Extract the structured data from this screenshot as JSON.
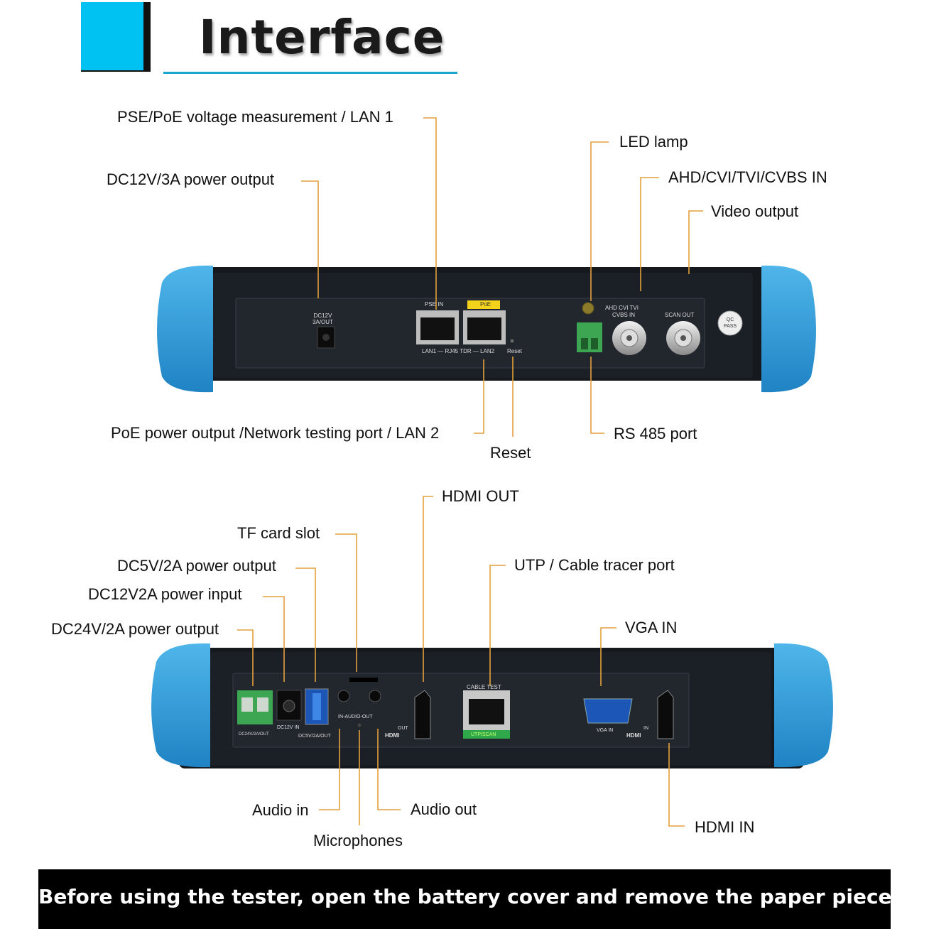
{
  "title": "Interface",
  "colors": {
    "accent": "#00c2f2",
    "leader": "#e3a13c",
    "bumper": "#2e9ad6",
    "body": "#1b1f26"
  },
  "top_labels": {
    "pse": "PSE/PoE voltage measurement / LAN 1",
    "dc12v_out": "DC12V/3A power output",
    "led": "LED lamp",
    "ahd": "AHD/CVI/TVI/CVBS IN",
    "video_out": "Video output",
    "poe_out": "PoE power output /Network testing port / LAN 2",
    "reset": "Reset",
    "rs485": "RS 485 port"
  },
  "bottom_labels": {
    "hdmi_out": "HDMI OUT",
    "tf": "TF card slot",
    "dc5v": "DC5V/2A power output",
    "dc12v_in": "DC12V2A power input",
    "dc24v": "DC24V/2A power output",
    "utp": "UTP / Cable tracer port",
    "vga": "VGA IN",
    "audio_in": "Audio in",
    "audio_out": "Audio out",
    "mic": "Microphones",
    "hdmi_in": "HDMI IN"
  },
  "device_top": {
    "dc12v": "DC12V\n3A/OUT",
    "pse_in": "PSE IN",
    "poe": "PoE",
    "lan": "LAN1 — RJ45 TDR — LAN2",
    "reset": "Reset",
    "ahd": "AHD CVI TVI",
    "cvbs": "CVBS IN",
    "scan": "SCAN OUT",
    "qc": "QC PASS"
  },
  "device_bottom": {
    "dc24": "DC24V/2A/OUT",
    "dc12in": "DC12V IN",
    "dc5": "DC5V/2A/OUT",
    "audio": "IN-AUDIO-OUT",
    "out": "OUT",
    "hdmi": "HDMI",
    "cable_test": "CABLE TEST",
    "utp_scan": "UTP/SCAN",
    "vga_in": "VGA IN",
    "in": "IN",
    "hdmi2": "HDMI"
  },
  "banner": "Before using the tester, open the battery cover and remove the paper piece!!"
}
